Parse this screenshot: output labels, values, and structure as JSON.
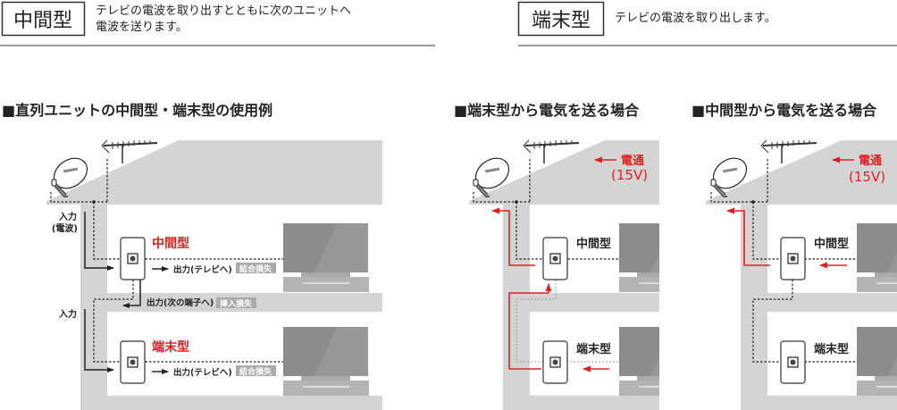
{
  "header": {
    "intermediate": {
      "label": "中間型",
      "desc_line1": "テレビの電波を取り出すとともに次のユニットへ",
      "desc_line2": "電波を送ります。"
    },
    "terminal": {
      "label": "端末型",
      "desc": "テレビの電波を取り出します。"
    }
  },
  "sections": [
    {
      "title": "■直列ユニットの中間型・端末型の使用例"
    },
    {
      "title": "■端末型から電気を送る場合"
    },
    {
      "title": "■中間型から電気を送る場合"
    }
  ],
  "diagram1": {
    "input_label": "入力",
    "input_sub": "(電波)",
    "input2_label": "入力",
    "unit1_label": "中間型",
    "unit2_label": "端末型",
    "out_tv": "出力(テレビへ)",
    "out_next": "出力(次の端子へ)",
    "badge_coupling": "結合損失",
    "badge_insertion": "挿入損失"
  },
  "diagram2": {
    "power_label": "電通",
    "voltage": "(15V)",
    "unit1_label": "中間型",
    "unit2_label": "端末型"
  },
  "diagram3": {
    "power_label": "電通",
    "voltage": "(15V)",
    "unit1_label": "中間型",
    "unit2_label": "端末型"
  },
  "colors": {
    "accent_red": "#e0201f",
    "house_gray": "#d4d4d5",
    "tv_gray": "#8c8c8c"
  }
}
